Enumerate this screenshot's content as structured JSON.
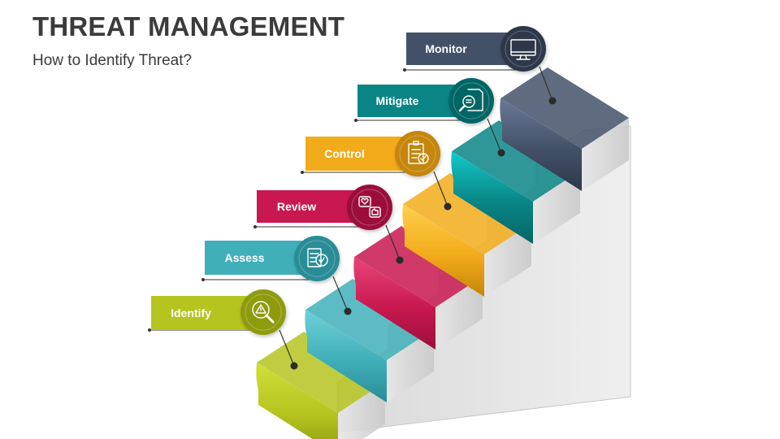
{
  "slide": {
    "title": "THREAT MANAGEMENT",
    "subtitle": "How to Identify Threat?"
  },
  "steps": [
    {
      "label": "Identify",
      "icon": "magnifier-warning-icon",
      "color": "#b5c41f",
      "dark": "#8e9b10",
      "light": "#d3df3a"
    },
    {
      "label": "Assess",
      "icon": "clipboard-check-icon",
      "color": "#40afb9",
      "dark": "#2a8d96",
      "light": "#6fd0d8"
    },
    {
      "label": "Review",
      "icon": "chat-heart-thumb-icon",
      "color": "#c8184f",
      "dark": "#9c0f3b",
      "light": "#e8457a"
    },
    {
      "label": "Control",
      "icon": "checklist-icon",
      "color": "#f2ab1a",
      "dark": "#c5860a",
      "light": "#ffd04d"
    },
    {
      "label": "Mitigate",
      "icon": "document-search-icon",
      "color": "#0a8585",
      "dark": "#056565",
      "light": "#11c9c9"
    },
    {
      "label": "Monitor",
      "icon": "monitor-icon",
      "color": "#435168",
      "dark": "#2d384b",
      "light": "#6a7896"
    }
  ]
}
